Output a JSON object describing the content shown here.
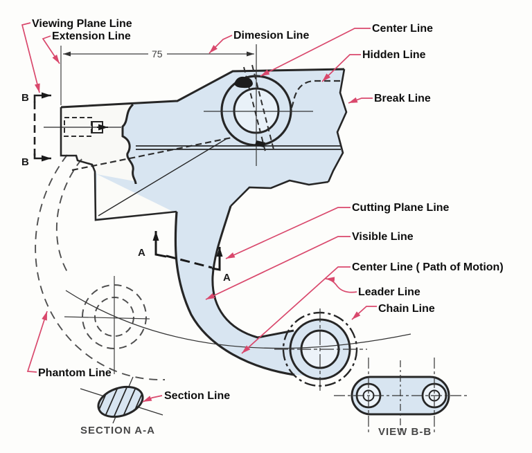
{
  "figure": "engineering-drawing-alphabet-of-lines",
  "colors": {
    "leader_red": "#d9486c",
    "ink": "#262626",
    "part_fill": "#d8e5f1",
    "bore_fill": "#e9f1f8",
    "phantom_gray": "#4f4f4f",
    "caption_gray": "#474747",
    "background": "#fdfdfb"
  },
  "labels": {
    "viewing_plane": "Viewing Plane Line",
    "extension": "Extension Line",
    "dimension": "Dimesion Line",
    "center_top": "Center Line",
    "hidden": "Hidden Line",
    "break_line": "Break Line",
    "cutting_plane": "Cutting Plane Line",
    "visible": "Visible Line",
    "center_motion": "Center Line  ( Path of Motion)",
    "leader": "Leader Line",
    "chain": "Chain Line",
    "phantom": "Phantom Line",
    "section": "Section Line"
  },
  "captions": {
    "section_view": "SECTION A-A",
    "bottom_view": "VIEW B-B"
  },
  "dimension": {
    "value": "75"
  },
  "view_markers": {
    "b_top": "B",
    "b_bottom": "B",
    "a_left": "A",
    "a_right": "A"
  }
}
